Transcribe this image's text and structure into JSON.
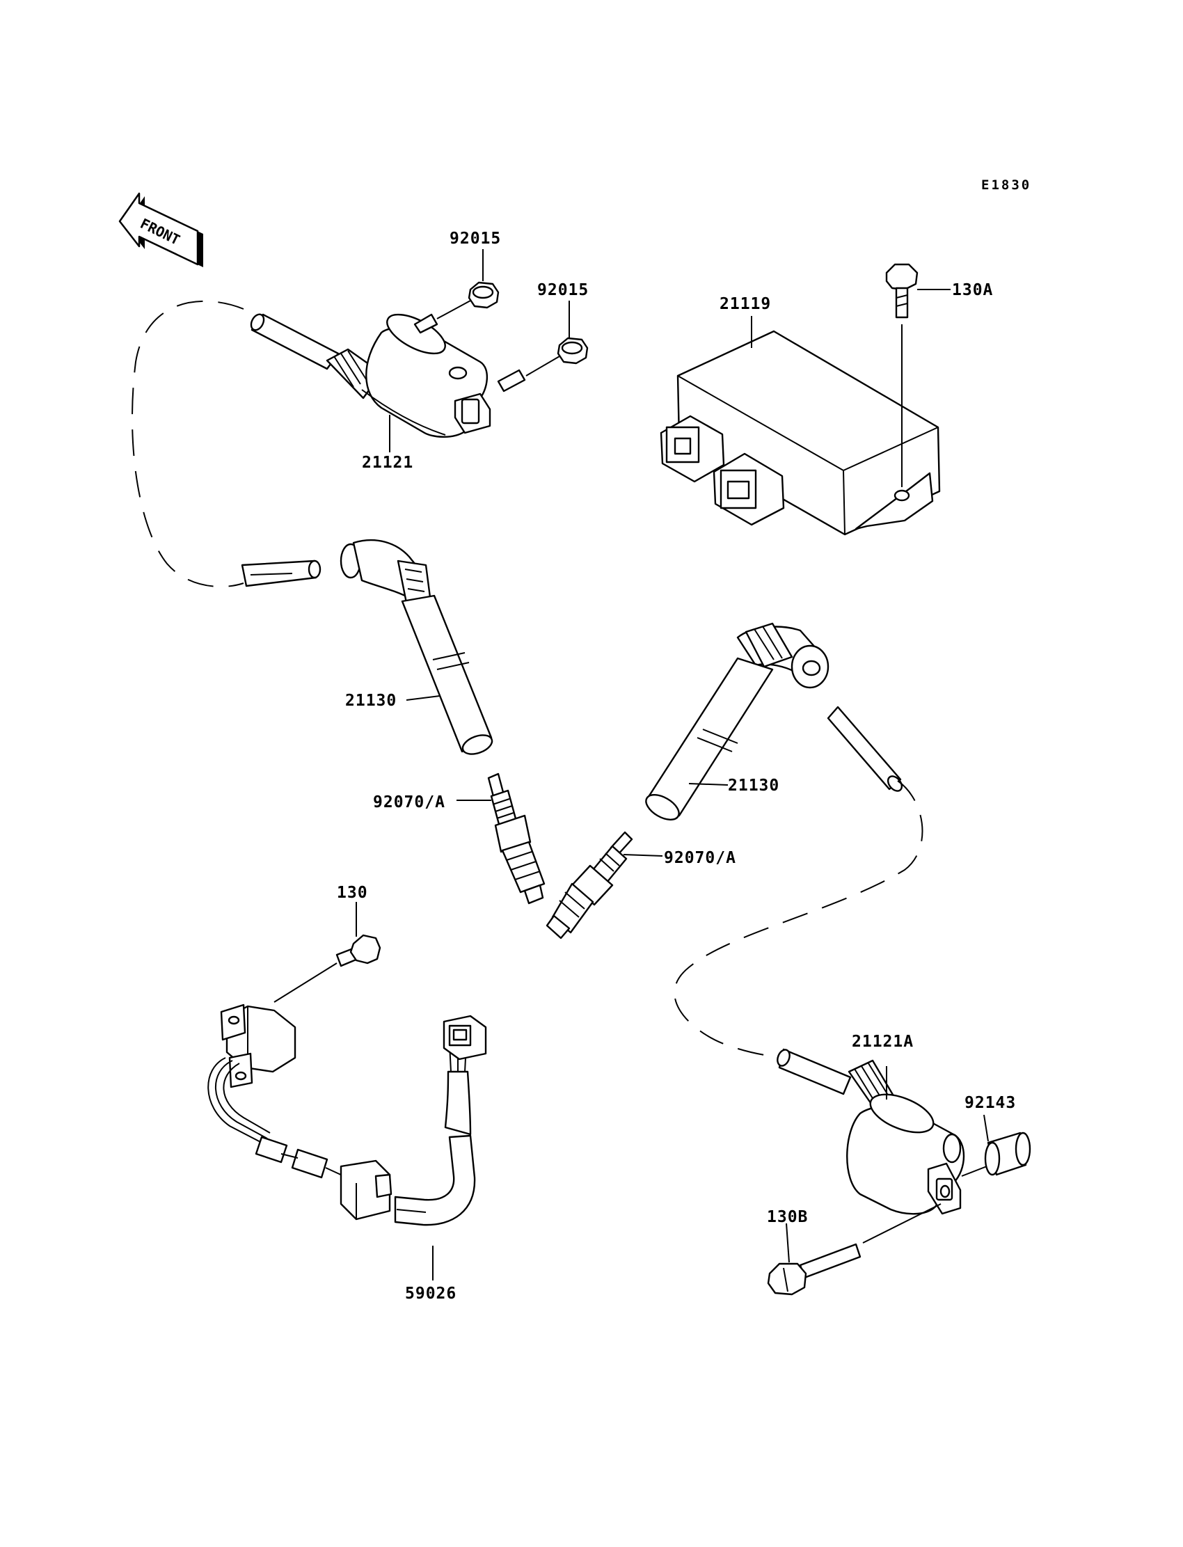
{
  "diagram_code": "E1830",
  "front_marker": "FRONT",
  "callouts": {
    "nut_left": "92015",
    "nut_right": "92015",
    "ignition_coil_left": "21121",
    "ignitor": "21119",
    "bolt_ignitor": "130A",
    "plug_cap_left": "21130",
    "plug_cap_right": "21130",
    "spark_plug_left": "92070/A",
    "spark_plug_right": "92070/A",
    "bolt_sensor": "130",
    "pickup_coil_harness": "59026",
    "ignition_coil_right": "21121A",
    "collar": "92143",
    "bolt_coil": "130B"
  }
}
